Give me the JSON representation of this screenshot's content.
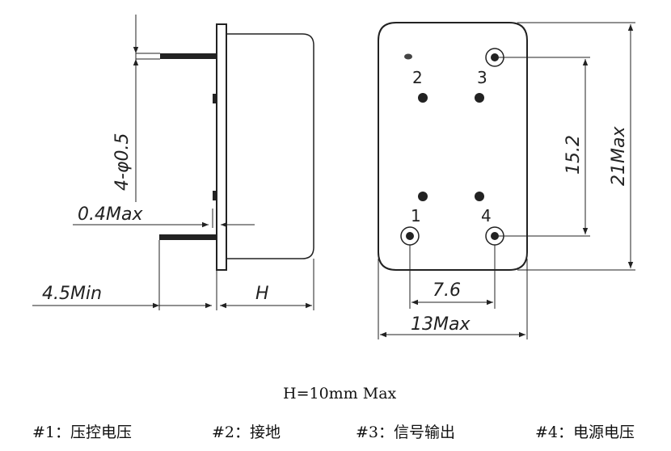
{
  "side_view": {
    "lead_label": "4-φ0.5",
    "plate_label": "0.4Max",
    "lead_length_label": "4.5Min",
    "height_label": "H"
  },
  "bottom_view": {
    "pins": [
      "1",
      "2",
      "3",
      "4"
    ],
    "pitch_vertical": "15.2",
    "height_max": "21Max",
    "pitch_horizontal": "7.6",
    "width_max": "13Max"
  },
  "notes": {
    "height": "H=10mm Max",
    "pin1": "#1：压控电压",
    "pin2": "#2：接地",
    "pin3": "#3：信号输出",
    "pin4": "#4：电源电压"
  }
}
